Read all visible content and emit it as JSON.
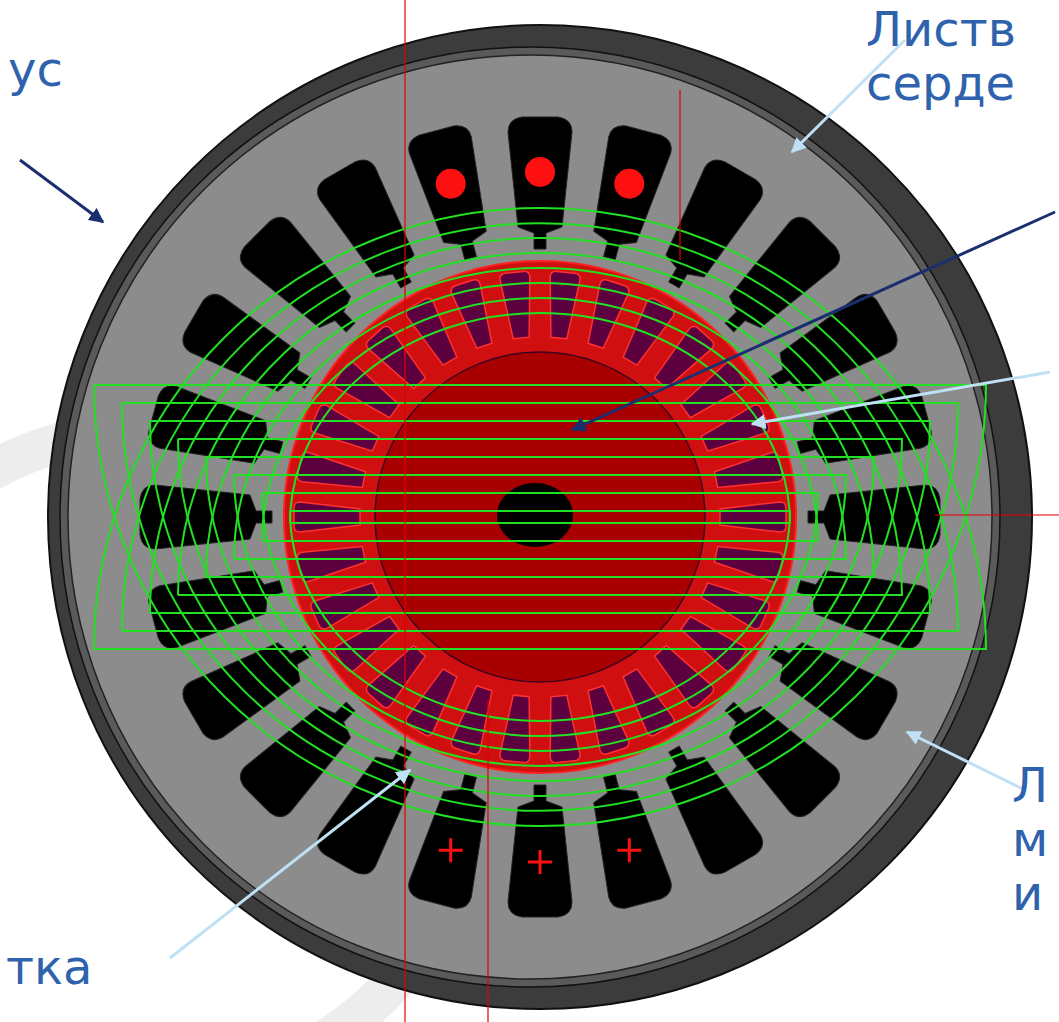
{
  "diagram": {
    "labels": [
      "Листв серде",
      "ус",
      "тка",
      "Л м и"
    ]
  }
}
